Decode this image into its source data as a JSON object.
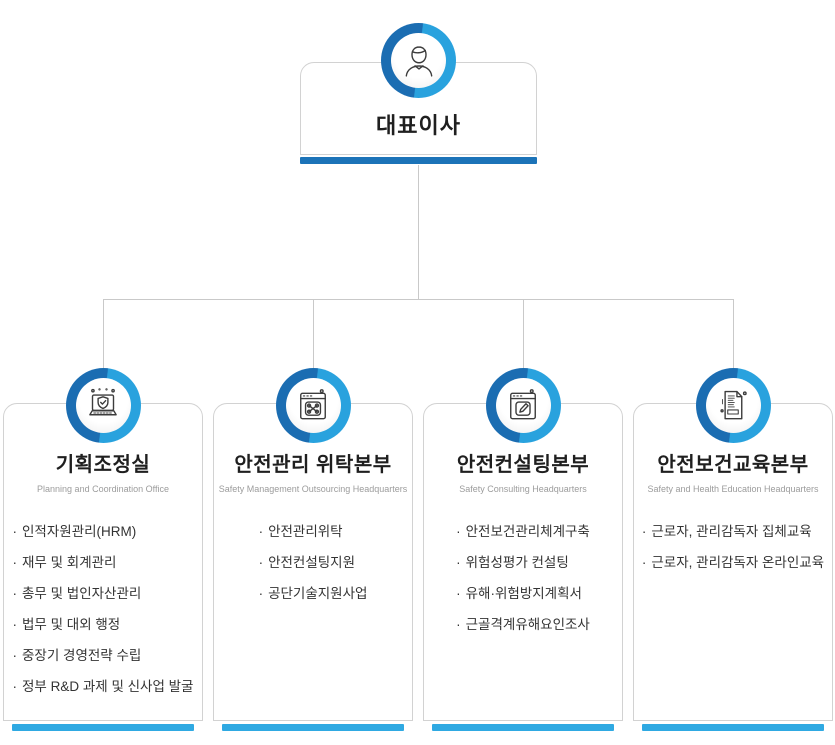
{
  "colors": {
    "ring_dark_blue": "#1b6db2",
    "ring_light_blue": "#29a2de",
    "ceo_bar_blue": "#1c73b8",
    "dept_bar_blue": "#2fa9e2",
    "connector_gray": "#c9c9c9",
    "card_border_gray": "#d2d2d2"
  },
  "bullet": "·",
  "ceo": {
    "title": "대표이사",
    "icon": "person-icon"
  },
  "departments": [
    {
      "title": "기획조정실",
      "subtitle": "Planning and Coordination Office",
      "icon": "laptop-shield-icon",
      "items": [
        "인적자원관리(HRM)",
        "재무 및 회계관리",
        "총무 및 법인자산관리",
        "법무 및 대외 행정",
        "중장기 경영전략 수립",
        "정부 R&D 과제 및 신사업 발굴"
      ]
    },
    {
      "title": "안전관리 위탁본부",
      "subtitle": "Safety Management Outsourcing Headquarters",
      "icon": "window-tools-icon",
      "items": [
        "안전관리위탁",
        "안전컨설팅지원",
        "공단기술지원사업"
      ]
    },
    {
      "title": "안전컨설팅본부",
      "subtitle": "Safety Consulting Headquarters",
      "icon": "window-pencil-icon",
      "items": [
        "안전보건관리체계구축",
        "위험성평가 컨설팅",
        "유해·위험방지계획서",
        "근골격계유해요인조사"
      ]
    },
    {
      "title": "안전보건교육본부",
      "subtitle": "Safety and Health Education Headquarters",
      "icon": "document-icon",
      "items": [
        "근로자, 관리감독자 집체교육",
        "근로자, 관리감독자 온라인교육"
      ]
    }
  ]
}
